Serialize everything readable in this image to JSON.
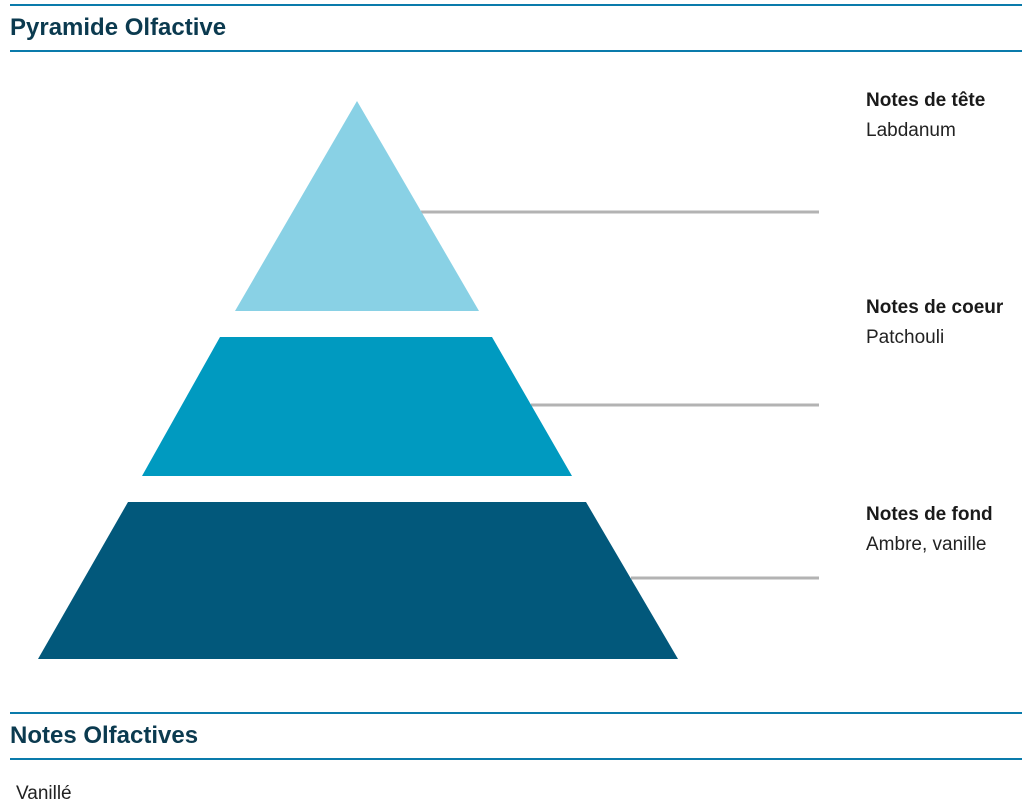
{
  "sections": {
    "pyramid_title": "Pyramide Olfactive",
    "notes_title": "Notes Olfactives"
  },
  "pyramid": {
    "tiers": [
      {
        "title": "Notes de tête",
        "notes": "Labdanum",
        "color": "#89d1e5"
      },
      {
        "title": "Notes de coeur",
        "notes": "Patchouli",
        "color": "#009ac0"
      },
      {
        "title": "Notes de fond",
        "notes": "Ambre, vanille",
        "color": "#02587b"
      }
    ],
    "leader_color": "#b3b3b3"
  },
  "olfactive_notes": "Vanillé",
  "colors": {
    "accent": "#0a7bab",
    "heading": "#0b3a4f"
  }
}
